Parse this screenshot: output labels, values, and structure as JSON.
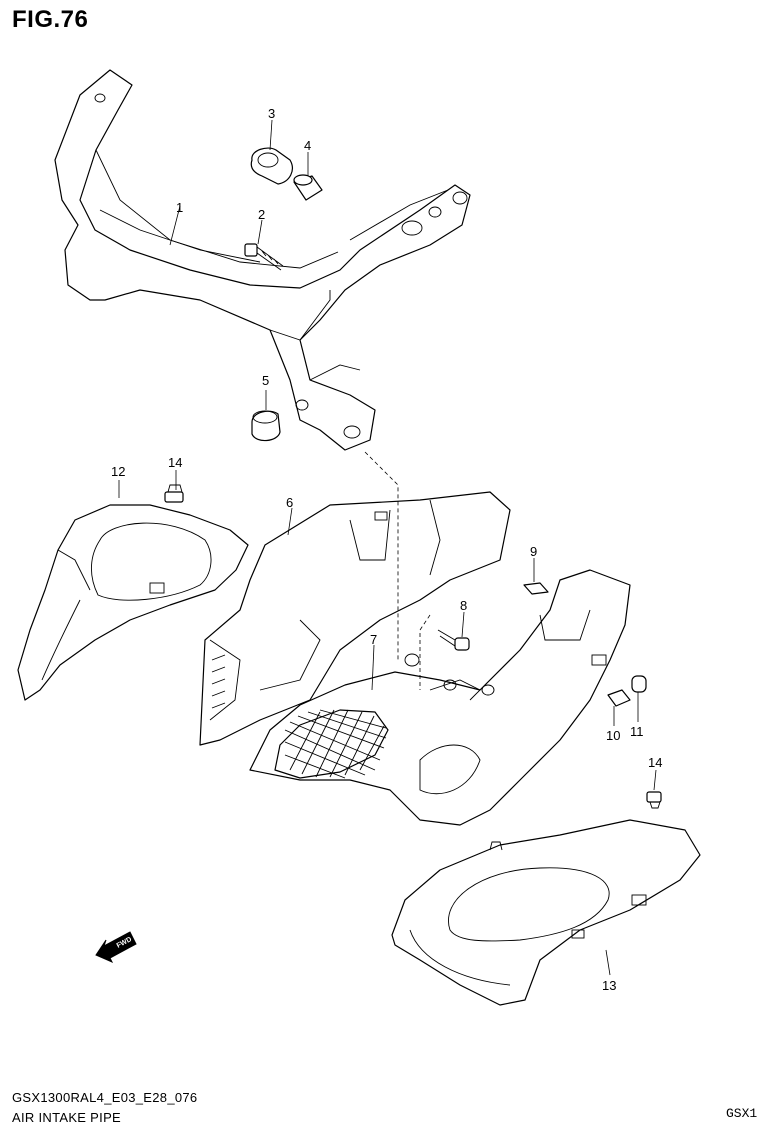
{
  "figure_title": "FIG.76",
  "footer": {
    "code": "GSX1300RAL4_E03_E28_076",
    "name": "AIR INTAKE PIPE",
    "corner": "GSX1"
  },
  "direction_arrow": {
    "label": "FWD",
    "icon": "fwd-arrow-icon"
  },
  "callouts": {
    "c1": "1",
    "c2": "2",
    "c3": "3",
    "c4": "4",
    "c5": "5",
    "c6": "6",
    "c7": "7",
    "c8": "8",
    "c9": "9",
    "c10": "10",
    "c11": "11",
    "c12": "12",
    "c13": "13",
    "c14a": "14",
    "c14b": "14"
  }
}
